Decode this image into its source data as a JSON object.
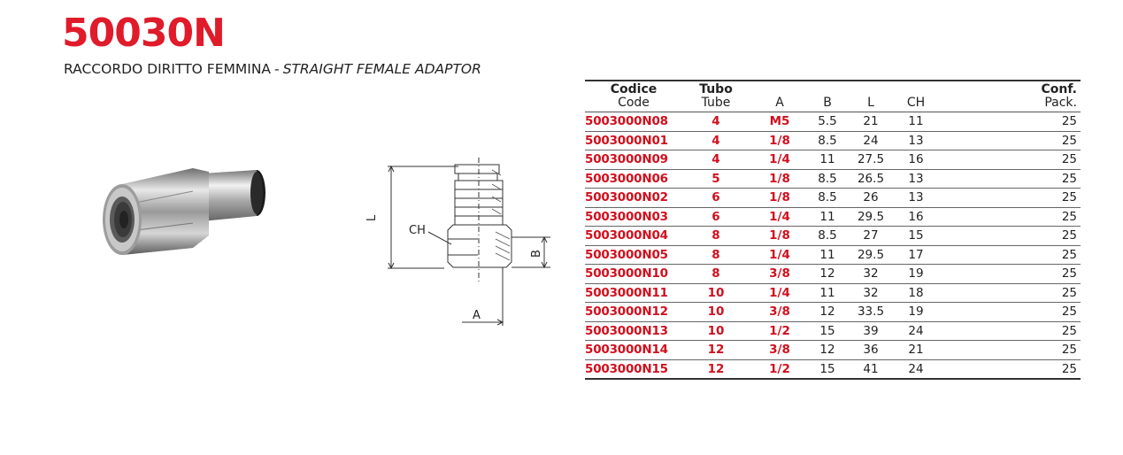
{
  "header": {
    "product_code": "50030N",
    "name_it": "RACCORDO DIRITTO FEMMINA",
    "separator": "-",
    "name_en": "STRAIGHT FEMALE ADAPTOR"
  },
  "drawing": {
    "label_l": "L",
    "label_ch": "CH",
    "label_b": "B",
    "label_a": "A"
  },
  "table": {
    "headers": {
      "code_it": "Codice",
      "code_en": "Code",
      "tube_it": "Tubo",
      "tube_en": "Tube",
      "a": "A",
      "b": "B",
      "l": "L",
      "ch": "CH",
      "pack_it": "Conf.",
      "pack_en": "Pack."
    },
    "rows": [
      [
        "5003000N08",
        "4",
        "M5",
        "5.5",
        "21",
        "11",
        "25"
      ],
      [
        "5003000N01",
        "4",
        "1/8",
        "8.5",
        "24",
        "13",
        "25"
      ],
      [
        "5003000N09",
        "4",
        "1/4",
        "11",
        "27.5",
        "16",
        "25"
      ],
      [
        "5003000N06",
        "5",
        "1/8",
        "8.5",
        "26.5",
        "13",
        "25"
      ],
      [
        "5003000N02",
        "6",
        "1/8",
        "8.5",
        "26",
        "13",
        "25"
      ],
      [
        "5003000N03",
        "6",
        "1/4",
        "11",
        "29.5",
        "16",
        "25"
      ],
      [
        "5003000N04",
        "8",
        "1/8",
        "8.5",
        "27",
        "15",
        "25"
      ],
      [
        "5003000N05",
        "8",
        "1/4",
        "11",
        "29.5",
        "17",
        "25"
      ],
      [
        "5003000N10",
        "8",
        "3/8",
        "12",
        "32",
        "19",
        "25"
      ],
      [
        "5003000N11",
        "10",
        "1/4",
        "11",
        "32",
        "18",
        "25"
      ],
      [
        "5003000N12",
        "10",
        "3/8",
        "12",
        "33.5",
        "19",
        "25"
      ],
      [
        "5003000N13",
        "10",
        "1/2",
        "15",
        "39",
        "24",
        "25"
      ],
      [
        "5003000N14",
        "12",
        "3/8",
        "12",
        "36",
        "21",
        "25"
      ],
      [
        "5003000N15",
        "12",
        "1/2",
        "15",
        "41",
        "24",
        "25"
      ]
    ]
  },
  "colors": {
    "accent_red": "#e01b2a",
    "table_code_red": "#d0101e"
  }
}
